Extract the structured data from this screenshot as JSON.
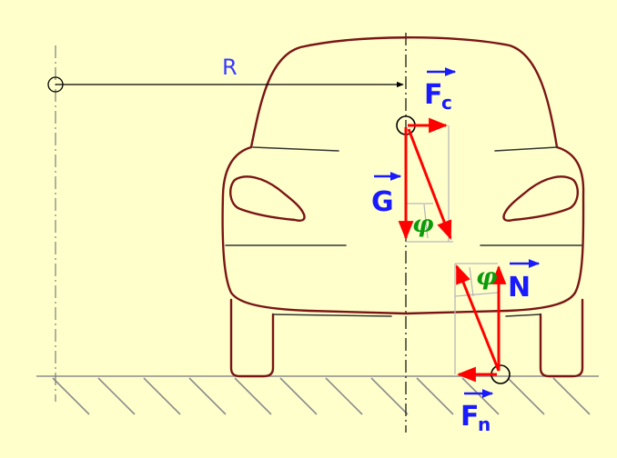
{
  "colors": {
    "background": "#ffffcc",
    "car_outline": "#7a1515",
    "force_arrows": "#ff0000",
    "vector_labels": "#1a1aff",
    "angle_labels": "#0a9a0a",
    "construction_lines": "#b8b8b8"
  },
  "labels": {
    "radius": "R",
    "centrifugal_force": "F",
    "centrifugal_force_sub": "c",
    "weight": "G",
    "normal_force": "N",
    "friction_force": "F",
    "friction_force_sub": "n",
    "angle_top": "φ",
    "angle_bottom": "φ"
  }
}
